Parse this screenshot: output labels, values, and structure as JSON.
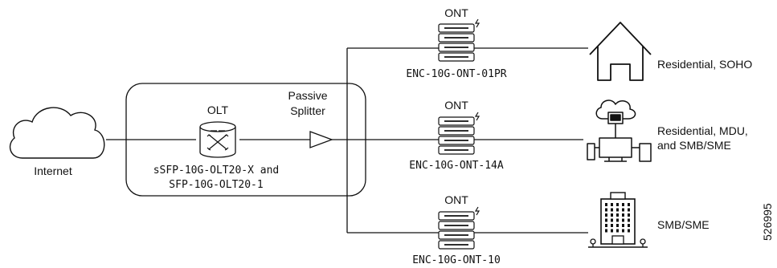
{
  "internet_label": "Internet",
  "olt": {
    "label": "OLT",
    "part_line1": "sSFP-10G-OLT20-X and",
    "part_line2": "SFP-10G-OLT20-1"
  },
  "splitter": {
    "label_line1": "Passive",
    "label_line2": "Splitter"
  },
  "onts": [
    {
      "label": "ONT",
      "model": "ENC-10G-ONT-01PR",
      "destination": [
        "Residential, SOHO"
      ]
    },
    {
      "label": "ONT",
      "model": "ENC-10G-ONT-14A",
      "destination": [
        "Residential, MDU,",
        "and SMB/SME"
      ]
    },
    {
      "label": "ONT",
      "model": "ENC-10G-ONT-10",
      "destination": [
        "SMB/SME"
      ]
    }
  ],
  "figure_id": "526995"
}
